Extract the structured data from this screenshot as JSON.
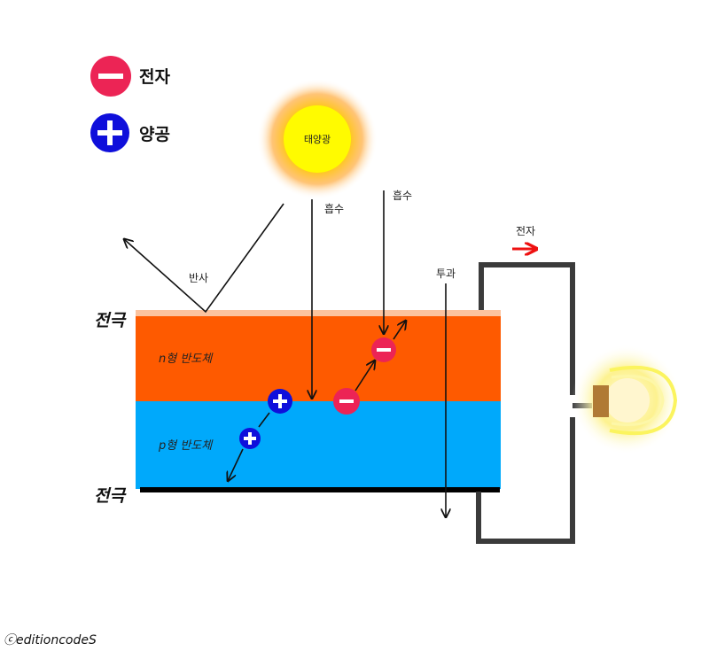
{
  "legend": {
    "electron_label": "전자",
    "hole_label": "양공"
  },
  "sun": {
    "label": "태양광"
  },
  "rays": {
    "reflect_label": "반사",
    "absorb_label_1": "흡수",
    "absorb_label_2": "흡수",
    "transmit_label": "투과"
  },
  "electrodes": {
    "top_label": "전극",
    "bottom_label": "전극"
  },
  "layers": {
    "n_label": "n형  반도체",
    "p_label": "p형  반도체"
  },
  "circuit": {
    "electron_flow_label": "전자"
  },
  "credit": "ⓒeditioncodeS",
  "colors": {
    "n_layer": "#fe5a00",
    "p_layer": "#00a9fb",
    "top_electrode": "#fcc39e",
    "electron": "#ec2455",
    "hole": "#0f0fdb",
    "sun": "#fffb00",
    "wire": "#3b3b3b",
    "flow_arrow": "#ee1111"
  }
}
